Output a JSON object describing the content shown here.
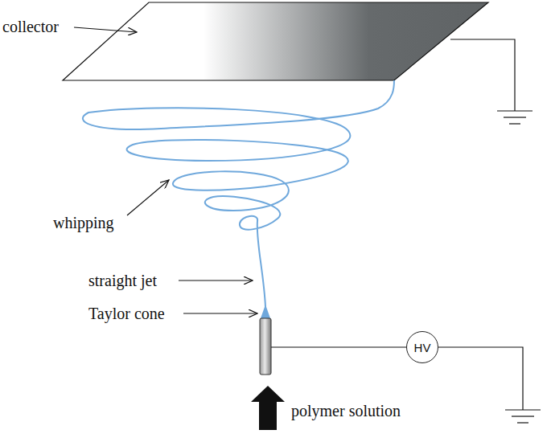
{
  "diagram": {
    "nodes": [
      {
        "text": [
          "HV"
        ]
      }
    ],
    "labels": [
      "collector",
      "whipping",
      "straight jet",
      "Taylor cone",
      "polymer solution"
    ]
  }
}
